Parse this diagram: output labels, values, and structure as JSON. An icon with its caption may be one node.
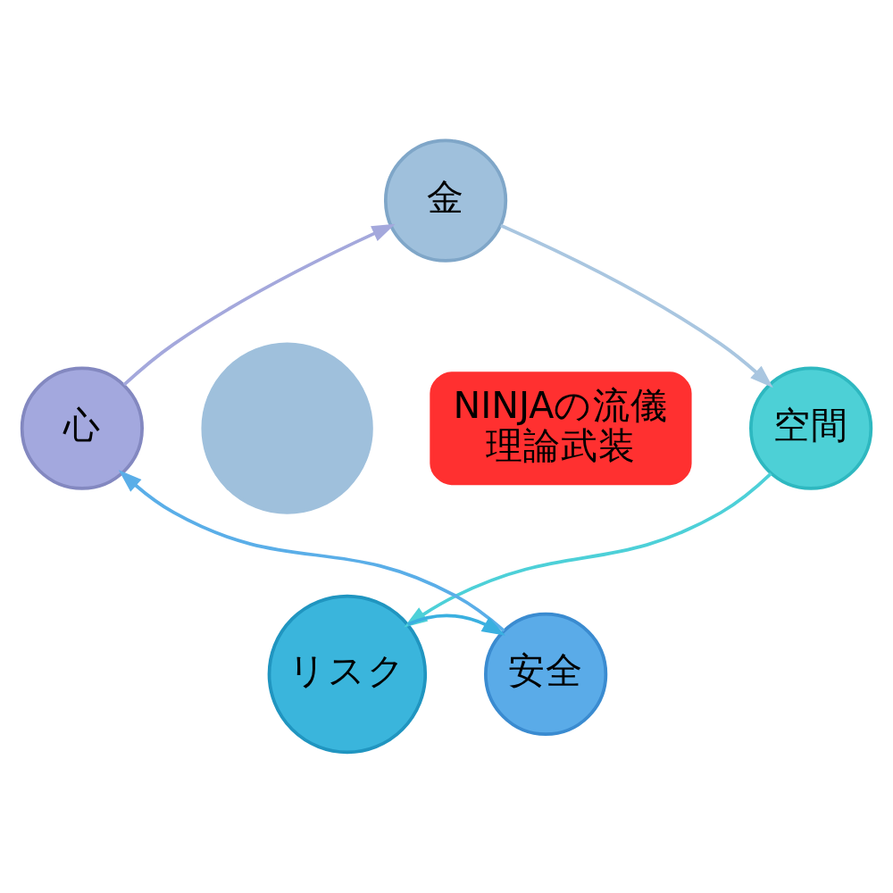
{
  "diagram": {
    "nodes": [
      {
        "text": [
          "金"
        ]
      },
      {
        "text": [
          "心"
        ]
      },
      {
        "text": [],
        "shape": "circle"
      },
      {
        "text": [
          "NINJAの流儀",
          "理論武装"
        ]
      },
      {
        "text": [
          "空間"
        ]
      },
      {
        "text": [
          "安全"
        ]
      },
      {
        "text": [
          "リスク"
        ]
      }
    ],
    "edges": [
      {
        "from": 0,
        "to": 4,
        "arrow": "to",
        "color": "#a9c6e0"
      },
      {
        "from": 4,
        "to": 6,
        "arrow": "to",
        "color": "#4dd0d8"
      },
      {
        "from": 6,
        "to": 5,
        "arrow": "to",
        "color": "#3ab0e0"
      },
      {
        "from": 5,
        "to": 1,
        "arrow": "to",
        "color": "#5aaee8"
      },
      {
        "from": 1,
        "to": 0,
        "arrow": "to",
        "color": "#a4a8dc"
      }
    ]
  }
}
